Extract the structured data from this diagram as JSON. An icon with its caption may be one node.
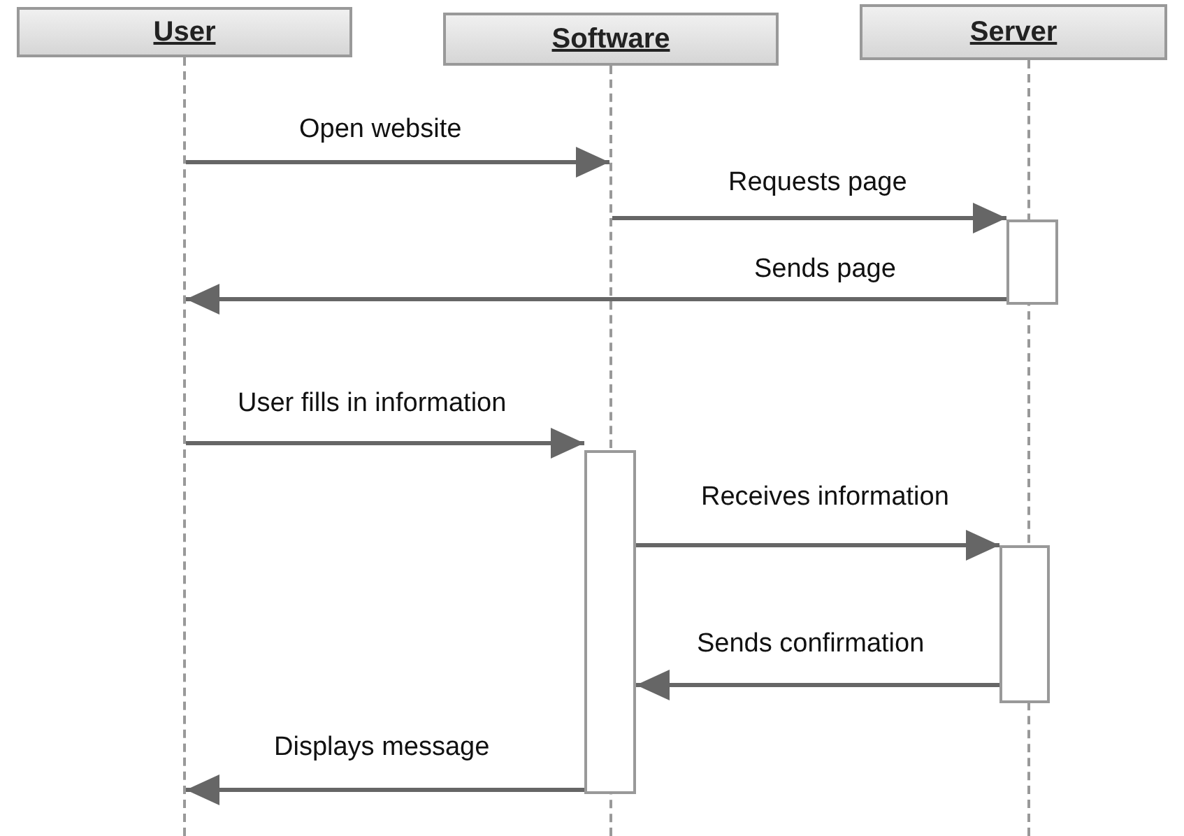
{
  "diagram": {
    "nodes": [
      {
        "text": [
          "User"
        ]
      },
      {
        "text": [
          "Software"
        ]
      },
      {
        "text": [
          "Server"
        ]
      },
      {
        "text": [],
        "shape": "line"
      },
      {
        "text": [],
        "shape": "line"
      },
      {
        "text": [],
        "shape": "line"
      },
      {
        "text": [],
        "shape": "box"
      },
      {
        "text": [],
        "shape": "box"
      },
      {
        "text": [],
        "shape": "box"
      }
    ],
    "edges": [
      {
        "from": 3,
        "to": 4,
        "arrow": "to",
        "label": "Open website"
      },
      {
        "from": 4,
        "to": 6,
        "arrow": "to",
        "label": "Requests page"
      },
      {
        "from": 6,
        "to": 3,
        "arrow": "to",
        "label": "Sends page"
      },
      {
        "from": 3,
        "to": 7,
        "arrow": "to",
        "label": "User fills in information"
      },
      {
        "from": 7,
        "to": 8,
        "arrow": "to",
        "label": "Receives information"
      },
      {
        "from": 8,
        "to": 7,
        "arrow": "to",
        "label": "Sends confirmation"
      },
      {
        "from": 7,
        "to": 3,
        "arrow": "to",
        "label": "Displays message"
      }
    ]
  }
}
